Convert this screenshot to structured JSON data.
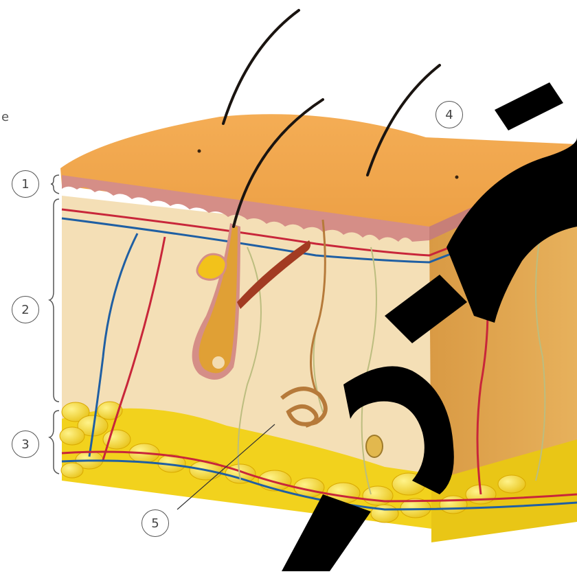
{
  "diagram": {
    "cropped_text_fragment": "e",
    "callouts": [
      {
        "id": "1",
        "label": "1"
      },
      {
        "id": "2",
        "label": "2"
      },
      {
        "id": "3",
        "label": "3"
      },
      {
        "id": "4",
        "label": "4"
      },
      {
        "id": "5",
        "label": "5"
      }
    ],
    "watermark": "SIC",
    "colors": {
      "skin_surface": "#f0a548",
      "epidermis": "#d38d86",
      "dermis": "#f3dcb0",
      "fat": "#f2d21d",
      "artery": "#c8263a",
      "vein": "#1f5fa3",
      "nerve": "#bcbd7f",
      "hair": "#1a1410",
      "follicle": "#e0a035",
      "sweat_gland": "#b67a3a",
      "watermark": "#000000"
    }
  }
}
